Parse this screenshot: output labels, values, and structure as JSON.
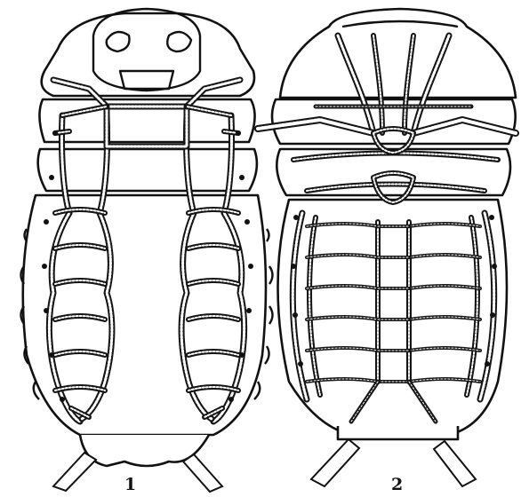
{
  "figure": {
    "panels": [
      {
        "id": "1",
        "label": "1",
        "view": "dorsal"
      },
      {
        "id": "2",
        "label": "2",
        "view": "ventral"
      }
    ]
  },
  "colors": {
    "ink": "#111111",
    "paper": "#ffffff"
  }
}
